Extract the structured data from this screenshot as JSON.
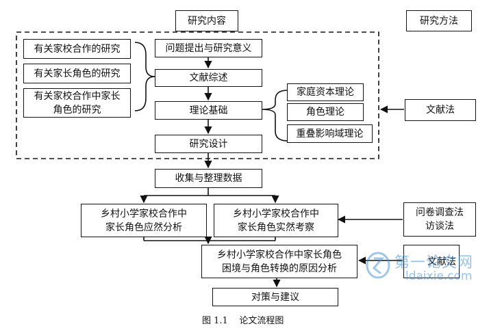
{
  "headers": {
    "content": "研究内容",
    "methods": "研究方法"
  },
  "left_topics": [
    "有关家校合作的研究",
    "有关家长角色的研究",
    "有关家校合作中家长\n角色的研究"
  ],
  "main_steps": [
    "问题提出与研究意义",
    "文献综述",
    "理论基础",
    "研究设计"
  ],
  "theories": [
    "家庭资本理论",
    "角色理论",
    "重叠影响域理论"
  ],
  "lower_steps": {
    "collect": "收集与整理数据",
    "should_be": "乡村小学家校合作中\n家长角色应然分析",
    "actual": "乡村小学家校合作中\n家长角色实然考察",
    "cause": "乡村小学家校合作中家长角色\n困境与角色转换的原因分析",
    "advice": "对策与建议"
  },
  "methods": {
    "literature": "文献法",
    "survey": "问卷调查法\n访谈法",
    "partial": "文献法"
  },
  "caption": "图 1.1    论文流程图",
  "watermark": {
    "cn": "第一论文网",
    "en": "ldaixie.com"
  }
}
